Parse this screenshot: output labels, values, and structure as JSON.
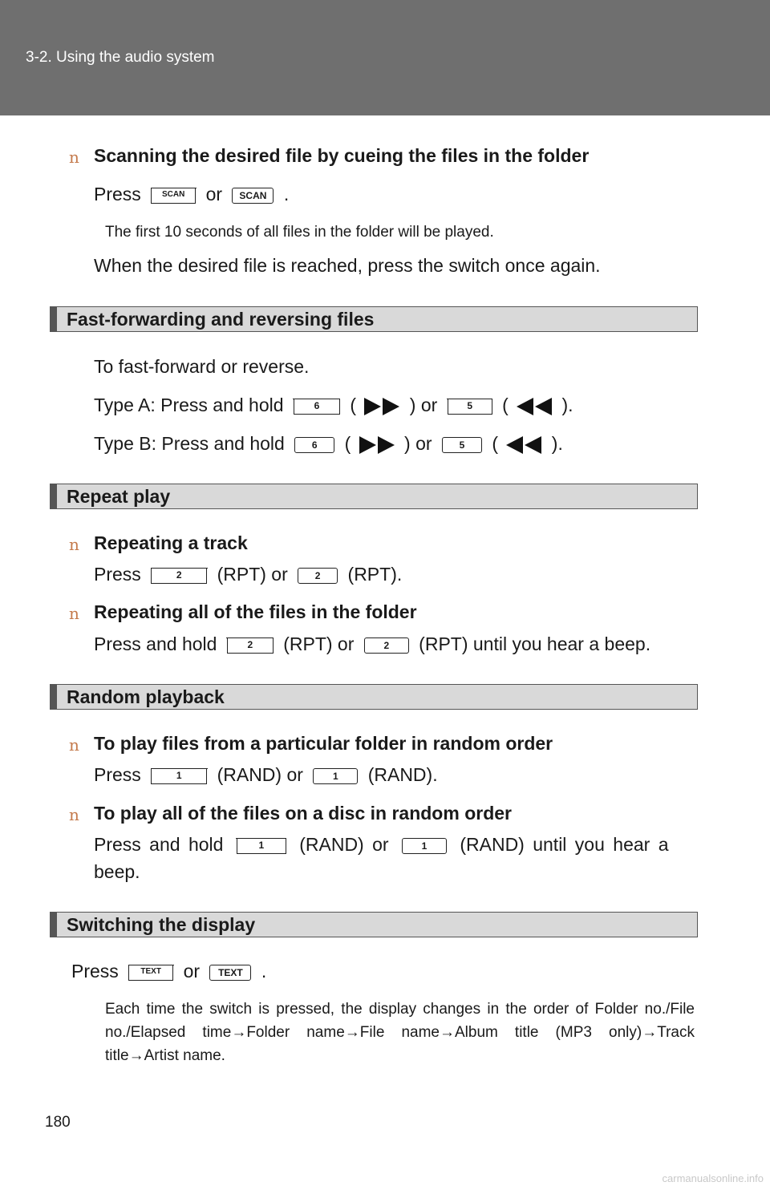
{
  "header": {
    "section": "3-2. Using the audio system"
  },
  "scan": {
    "bullet": "n",
    "heading": "Scanning the desired file by cueing the files in the folder",
    "press": "Press",
    "or": "or",
    "end": ".",
    "btn_a": "SCAN",
    "btn_b": "SCAN",
    "note": "The first 10 seconds of all files in the folder will be played.",
    "after": "When the desired file is reached, press the switch once again."
  },
  "ff": {
    "title": "Fast-forwarding and reversing files",
    "intro": "To fast-forward or reverse.",
    "type_a": "Type A: Press and hold",
    "type_b": "Type B: Press and hold",
    "open": "(",
    "or_close": ") or",
    "close": ").",
    "btn6": "6",
    "btn5": "5"
  },
  "repeat": {
    "title": "Repeat play",
    "bullet": "n",
    "h1": "Repeating a track",
    "press": "Press",
    "rpt_or": "(RPT) or",
    "rpt_end": "(RPT).",
    "h2": "Repeating all of the files in the folder",
    "press_hold": "Press and hold",
    "rpt_beep": "(RPT) until you hear a beep.",
    "btn": "2"
  },
  "random": {
    "title": "Random playback",
    "bullet": "n",
    "h1": "To play files from a particular folder in random order",
    "press": "Press",
    "rand_or": "(RAND) or",
    "rand_end": "(RAND).",
    "h2": "To play all of the files on a disc in random order",
    "press_and": "Press and hold",
    "rand_or2": "(RAND) or",
    "rand_until": "(RAND) until you hear a",
    "beep": "beep.",
    "btn": "1"
  },
  "display": {
    "title": "Switching the display",
    "press": "Press",
    "or": "or",
    "end": ".",
    "btn_a": "TEXT",
    "btn_b": "TEXT",
    "note": "Each time the switch is pressed, the display changes in the order of Folder no./File no./Elapsed time→Folder name→File name→Album title (MP3 only)→Track title→Artist name."
  },
  "page_number": "180",
  "watermark": "carmanualsonline.info"
}
